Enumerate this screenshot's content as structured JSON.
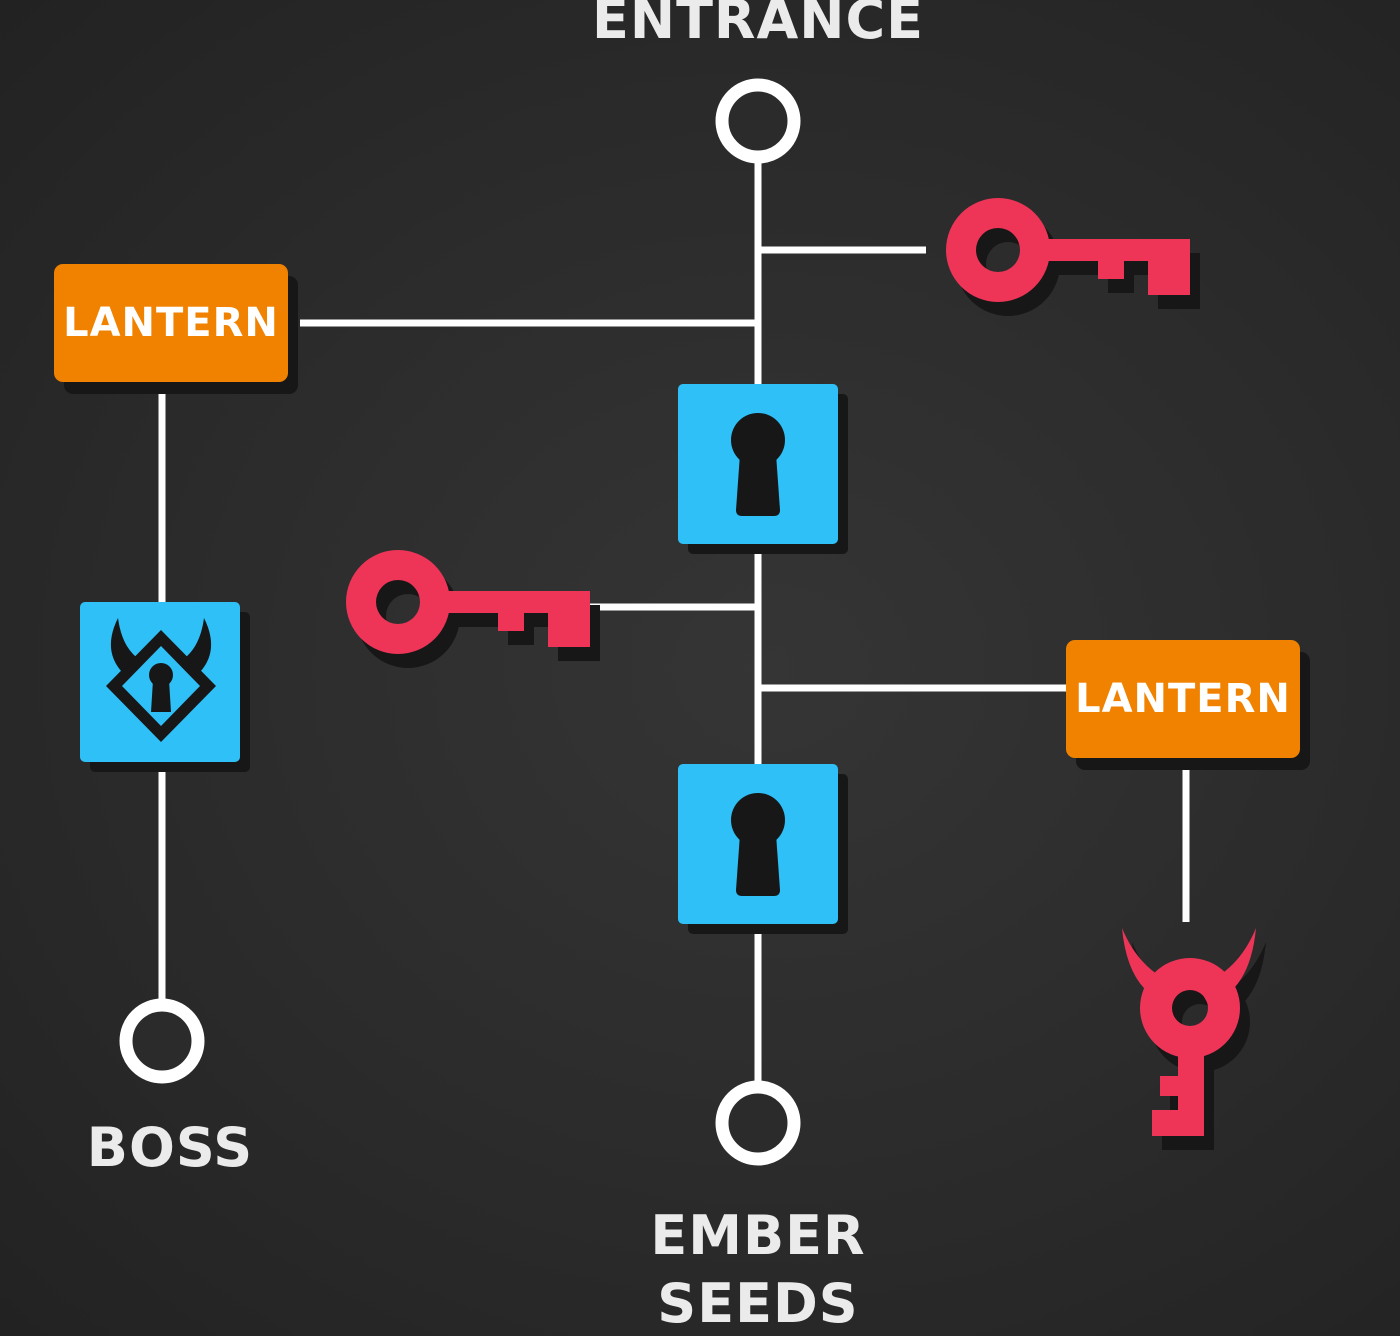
{
  "nodes": {
    "entrance": {
      "label": "ENTRANCE"
    },
    "boss": {
      "label": "BOSS"
    },
    "ember_seeds": {
      "label_line1": "EMBER",
      "label_line2": "SEEDS"
    }
  },
  "lanterns": [
    {
      "label": "LANTERN"
    },
    {
      "label": "LANTERN"
    }
  ],
  "icons": {
    "key": "key-icon",
    "lock": "keyhole-lock-icon",
    "boss_lock": "boss-lock-icon",
    "boss_key": "boss-key-icon"
  },
  "colors": {
    "background": "#2b2b2b",
    "line": "#ffffff",
    "lantern": "#f08200",
    "lock": "#2ec0f7",
    "key": "#ee3558",
    "shadow": "#171717"
  }
}
